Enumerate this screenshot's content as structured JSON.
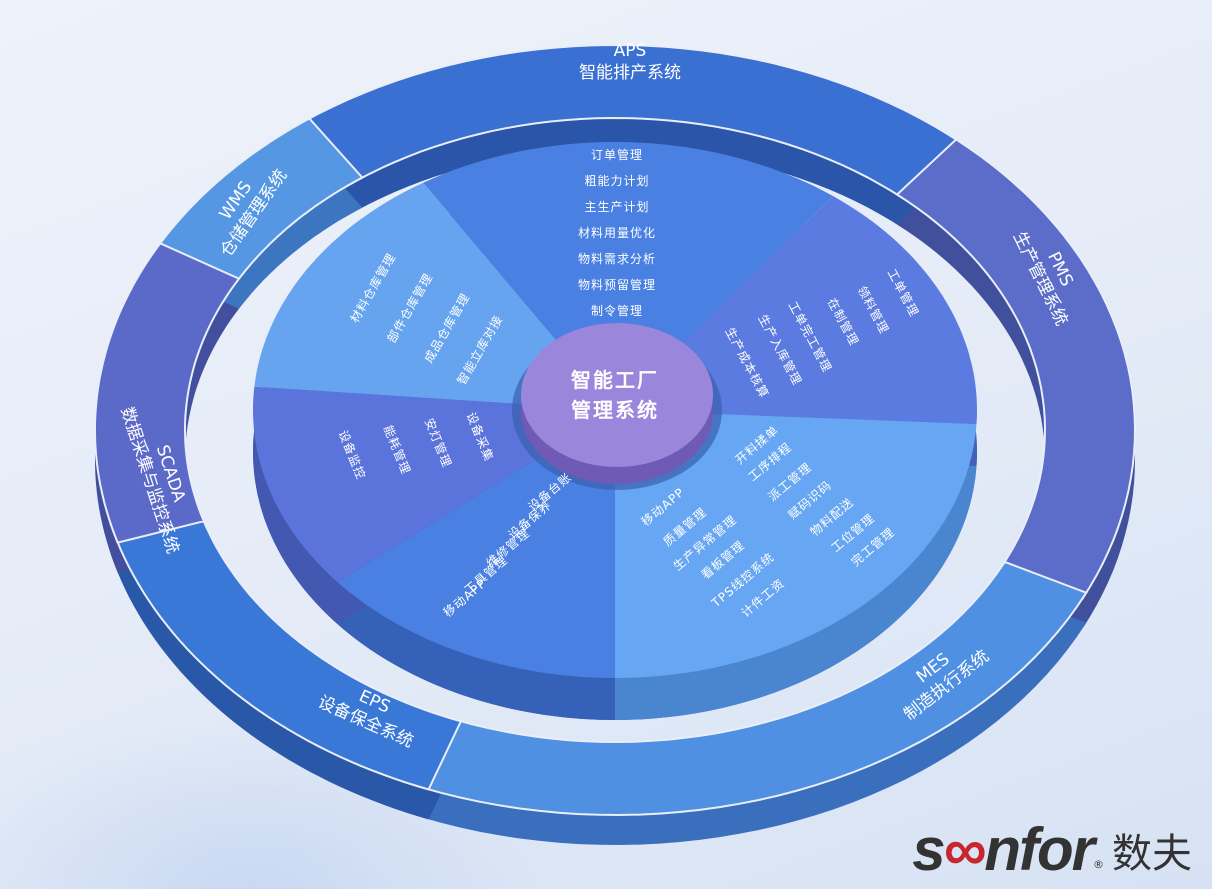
{
  "center": {
    "line1": "智能工厂",
    "line2": "管理系统"
  },
  "colors": {
    "center": "#9a86da",
    "center_side": "#6f5bb5"
  },
  "ring": [
    {
      "id": "aps",
      "code": "APS",
      "name": "智能排产系统",
      "color": "#3a70d2",
      "side": "#2b55a8"
    },
    {
      "id": "pms",
      "code": "PMS",
      "name": "生产管理系统",
      "color": "#5b6cc9",
      "side": "#40509c"
    },
    {
      "id": "mes",
      "code": "MES",
      "name": "制造执行系统",
      "color": "#4f90e2",
      "side": "#3a6fbd"
    },
    {
      "id": "eps",
      "code": "EPS",
      "name": "设备保全系统",
      "color": "#3a78d8",
      "side": "#2a58a8"
    },
    {
      "id": "scada",
      "code": "SCADA",
      "name": "数据采集与监控系统",
      "color": "#5b6ac9",
      "side": "#424f9e"
    },
    {
      "id": "wms",
      "code": "WMS",
      "name": "仓储管理系统",
      "color": "#5597e3",
      "side": "#3d76c0"
    }
  ],
  "pie": [
    {
      "id": "aps",
      "color": "#4a80e2",
      "side": "#3562b8",
      "items": [
        "订单管理",
        "粗能力计划",
        "主生产计划",
        "材料用量优化",
        "物料需求分析",
        "物料预留管理",
        "制令管理"
      ]
    },
    {
      "id": "pms",
      "color": "#5b7be0",
      "side": "#4560b8",
      "items": [
        "工单管理",
        "领料管理",
        "在制管理",
        "工单完工管理",
        "生产入库管理",
        "生产成本核算"
      ]
    },
    {
      "id": "mes",
      "color": "#66a6f2",
      "side": "#4a86d0",
      "items_left": [
        "移动APP",
        "质量管理",
        "生产异常管理",
        "看板管理",
        "TPS线控系统",
        "计件工资"
      ],
      "items_right": [
        "开料揉单",
        "工序排程",
        "派工管理",
        "赋码识码",
        "物料配送",
        "工位管理",
        "完工管理"
      ]
    },
    {
      "id": "eps",
      "color": "#4a80e2",
      "side": "#3562b8",
      "items": [
        "设备台账",
        "设备保养",
        "维修管理",
        "工具管理",
        "移动APP"
      ]
    },
    {
      "id": "scada",
      "color": "#5a74dc",
      "side": "#4358b0",
      "items": [
        "设备采集",
        "安灯管理",
        "能耗管理",
        "设备监控"
      ]
    },
    {
      "id": "wms",
      "color": "#66a4f0",
      "side": "#4a84cc",
      "items": [
        "材料仓库管理",
        "部件仓库管理",
        "成品仓库管理",
        "智能立库对接"
      ]
    }
  ],
  "logo": {
    "text": "soonfor",
    "cn": "数夫",
    "registered": "®"
  }
}
